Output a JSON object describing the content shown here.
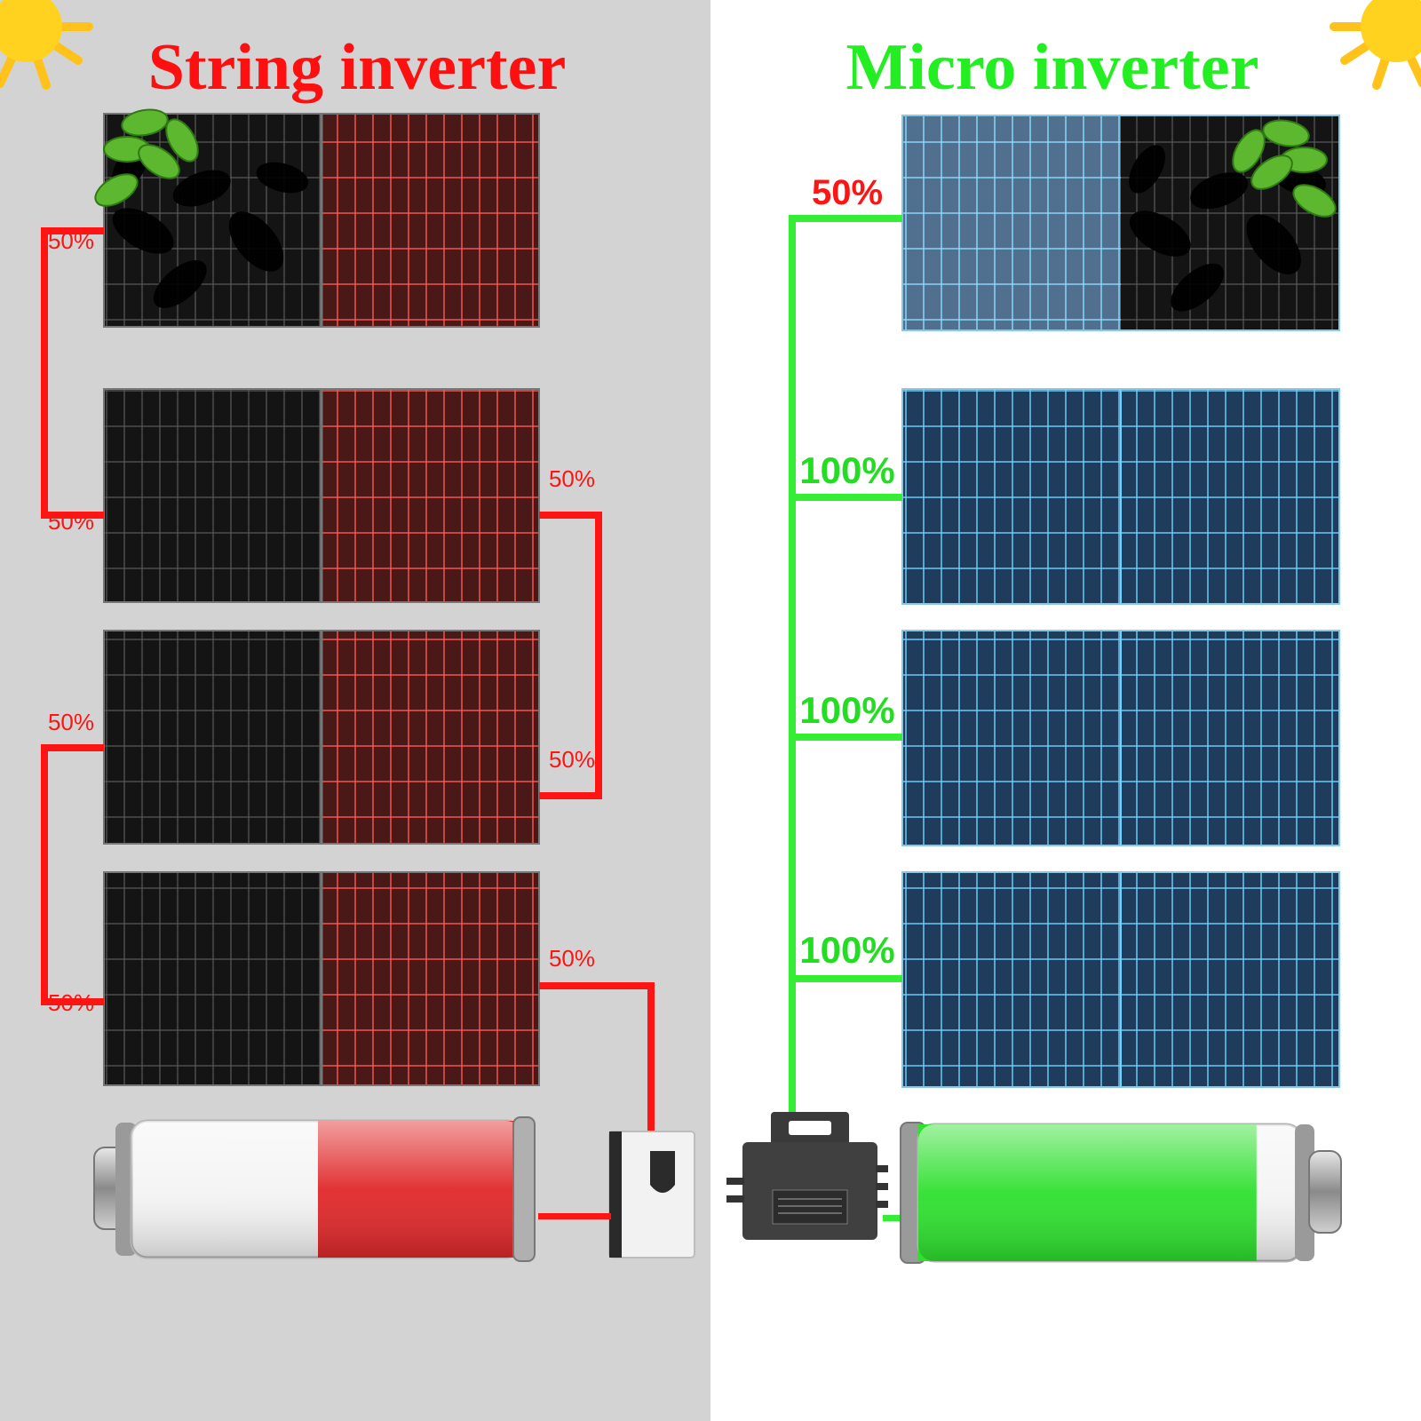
{
  "left": {
    "title": "String inverter",
    "title_color": "#ff1010",
    "background": "#d3d3d3",
    "wire_color": "#ff1414",
    "battery_fill_color": "#e0282a",
    "battery_level": 0.5,
    "panels": [
      {
        "left_label": "50%",
        "right_label": "",
        "shaded_fraction": 0.5
      },
      {
        "left_label": "50%",
        "right_label": "50%",
        "shaded_fraction": 0.5
      },
      {
        "left_label": "50%",
        "right_label": "50%",
        "shaded_fraction": 0.5
      },
      {
        "left_label": "50%",
        "right_label": "50%",
        "shaded_fraction": 0.5
      }
    ]
  },
  "right": {
    "title": "Micro inverter",
    "title_color": "#22ee22",
    "background": "#ffffff",
    "wire_color": "#33ee33",
    "battery_fill_color": "#2fe02f",
    "battery_level": 0.9,
    "panels": [
      {
        "label": "50%",
        "label_color": "#ff1414",
        "shaded_fraction": 0.5
      },
      {
        "label": "100%",
        "label_color": "#22dd22",
        "shaded_fraction": 0
      },
      {
        "label": "100%",
        "label_color": "#22dd22",
        "shaded_fraction": 0
      },
      {
        "label": "100%",
        "label_color": "#22dd22",
        "shaded_fraction": 0
      }
    ]
  },
  "icons": [
    "sun-icon",
    "leaf-icon",
    "battery-icon",
    "inverter-icon",
    "micro-inverter-icon"
  ]
}
